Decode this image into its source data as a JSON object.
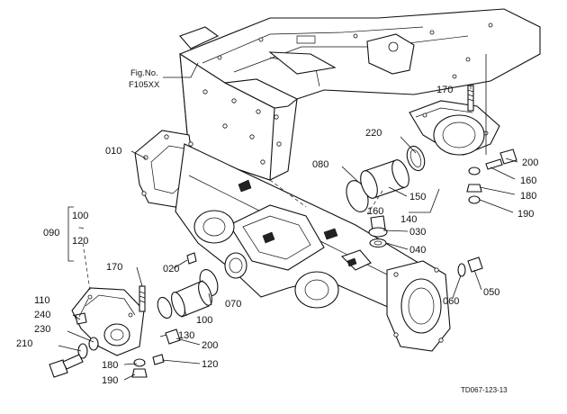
{
  "figure_ref": [
    "Fig.No.",
    "F105XX"
  ],
  "drawing_code": "TD067-123-13",
  "group_bracket": {
    "main": "090",
    "upper": "100",
    "tilde": "~",
    "lower": "120"
  },
  "callouts": [
    {
      "id": "c010",
      "text": "010"
    },
    {
      "id": "c020",
      "text": "020"
    },
    {
      "id": "c030",
      "text": "030"
    },
    {
      "id": "c040",
      "text": "040"
    },
    {
      "id": "c050",
      "text": "050"
    },
    {
      "id": "c060",
      "text": "060"
    },
    {
      "id": "c070",
      "text": "070"
    },
    {
      "id": "c080",
      "text": "080"
    },
    {
      "id": "c100",
      "text": "100"
    },
    {
      "id": "c110",
      "text": "110"
    },
    {
      "id": "c120",
      "text": "120"
    },
    {
      "id": "c130",
      "text": "130"
    },
    {
      "id": "c140",
      "text": "140"
    },
    {
      "id": "c150",
      "text": "150"
    },
    {
      "id": "c160a",
      "text": "160"
    },
    {
      "id": "c160b",
      "text": "160"
    },
    {
      "id": "c170a",
      "text": "170"
    },
    {
      "id": "c170b",
      "text": "170"
    },
    {
      "id": "c180a",
      "text": "180"
    },
    {
      "id": "c180b",
      "text": "180"
    },
    {
      "id": "c190a",
      "text": "190"
    },
    {
      "id": "c190b",
      "text": "190"
    },
    {
      "id": "c200a",
      "text": "200"
    },
    {
      "id": "c200b",
      "text": "200"
    },
    {
      "id": "c210",
      "text": "210"
    },
    {
      "id": "c220",
      "text": "220"
    },
    {
      "id": "c230",
      "text": "230"
    },
    {
      "id": "c240",
      "text": "240"
    }
  ]
}
